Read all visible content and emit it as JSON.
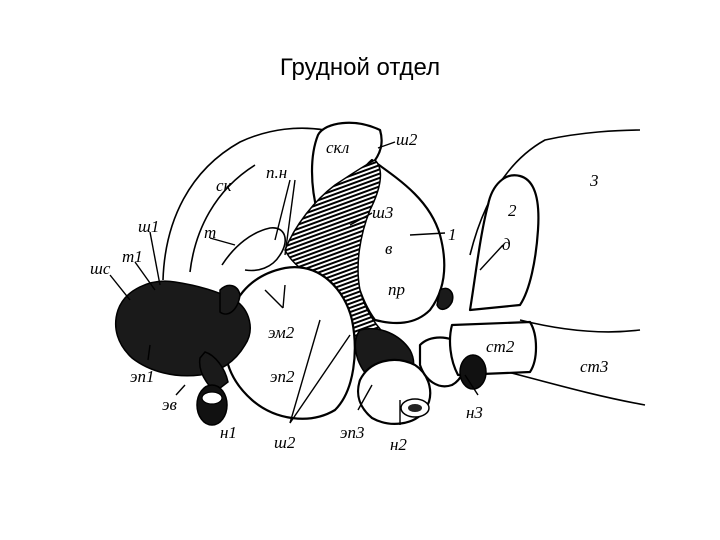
{
  "title": "Грудной отдел",
  "labels": {
    "skl": "скл",
    "sh2_top": "ш2",
    "pn": "п.н",
    "sk": "ск",
    "sh3": "ш3",
    "one": "1",
    "v": "в",
    "three": "3",
    "two": "2",
    "d": "д",
    "pr": "пр",
    "sh1": "ш1",
    "t": "т",
    "sc": "шс",
    "t1": "т1",
    "em2": "эм2",
    "st2": "ст2",
    "st3": "ст3",
    "ep1": "эп1",
    "ep2": "эп2",
    "ev": "эв",
    "n1": "н1",
    "sh2_bottom": "ш2",
    "ep3": "эп3",
    "n2": "н2",
    "n3": "н3"
  }
}
